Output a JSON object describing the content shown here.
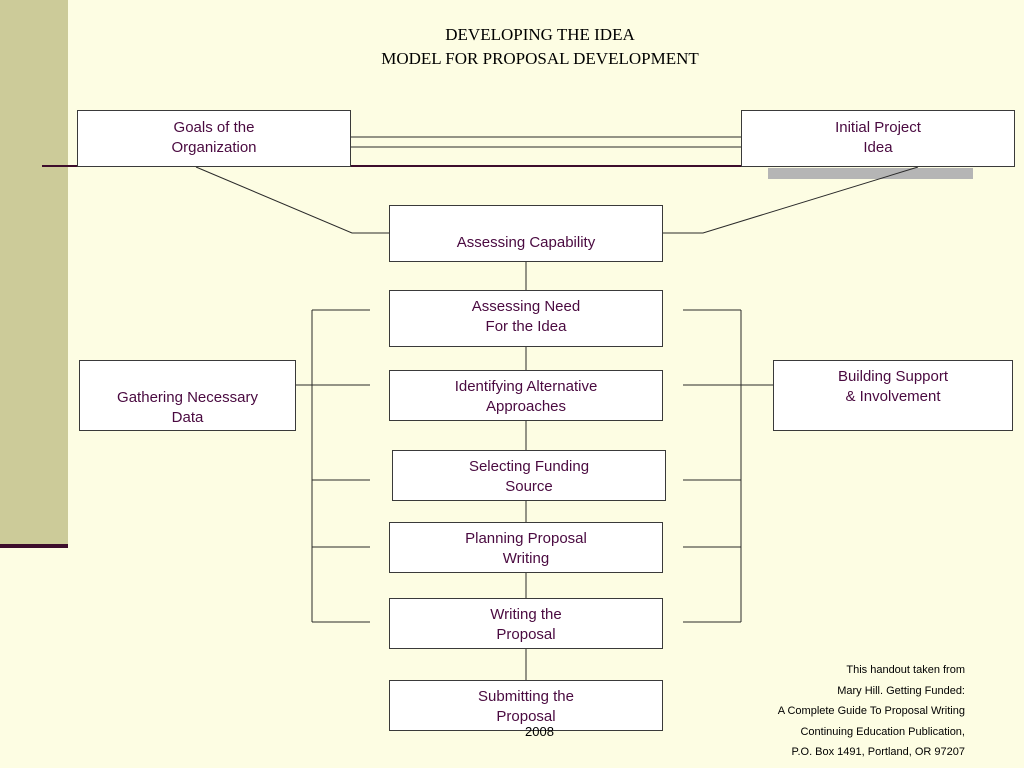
{
  "title": {
    "line1": "DEVELOPING THE IDEA",
    "line2": "MODEL FOR PROPOSAL DEVELOPMENT"
  },
  "boxes": {
    "goals": [
      "Goals of the",
      "Organization"
    ],
    "initial": [
      "Initial Project",
      "Idea"
    ],
    "assessing_capability": [
      "Assessing Capability"
    ],
    "assessing_need": [
      "Assessing Need",
      "For the Idea"
    ],
    "identifying": [
      "Identifying Alternative",
      "Approaches"
    ],
    "selecting": [
      "Selecting Funding",
      "Source"
    ],
    "planning": [
      "Planning Proposal",
      "Writing"
    ],
    "writing": [
      "Writing the",
      "Proposal"
    ],
    "submitting": [
      "Submitting the",
      "Proposal"
    ],
    "gathering": [
      "Gathering Necessary",
      "Data"
    ],
    "building": [
      "Building Support",
      "& Involvement"
    ]
  },
  "credit": [
    "This handout taken from",
    "Mary Hill. Getting Funded:",
    "A Complete Guide To Proposal Writing",
    "Continuing Education Publication,",
    "P.O. Box 1491, Portland, OR  97207"
  ],
  "year": "2008"
}
